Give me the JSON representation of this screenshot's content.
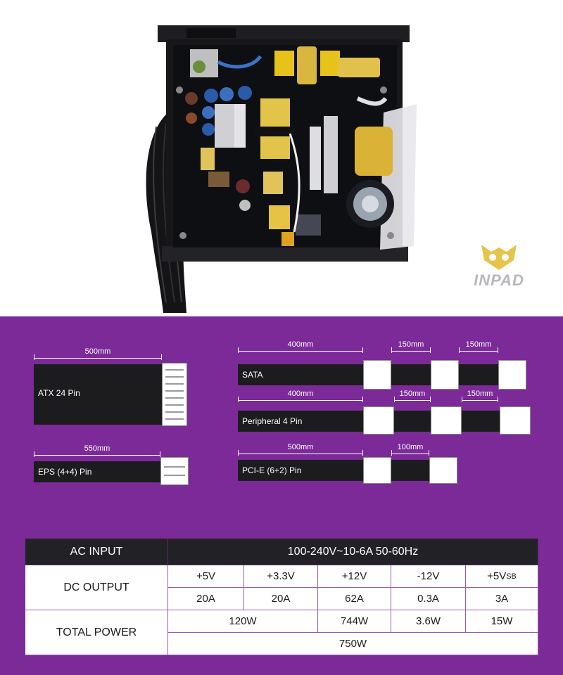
{
  "watermark": {
    "text": "INPAD"
  },
  "cables": [
    {
      "name": "ATX 24 Pin",
      "lengths": [
        "500mm"
      ]
    },
    {
      "name": "EPS (4+4) Pin",
      "lengths": [
        "550mm"
      ]
    },
    {
      "name": "SATA",
      "lengths": [
        "400mm",
        "150mm",
        "150mm"
      ]
    },
    {
      "name": "Peripheral 4 Pin",
      "lengths": [
        "400mm",
        "150mm",
        "150mm"
      ]
    },
    {
      "name": "PCI-E (6+2) Pin",
      "lengths": [
        "500mm",
        "100mm"
      ]
    }
  ],
  "spec_table": {
    "ac_input_label": "AC INPUT",
    "ac_input_value": "100-240V~10-6A 50-60Hz",
    "dc_output_label": "DC OUTPUT",
    "rails": [
      "+5V",
      "+3.3V",
      "+12V",
      "-12V",
      "+5V"
    ],
    "rail_5vsb_suffix": "SB",
    "currents": [
      "20A",
      "20A",
      "62A",
      "0.3A",
      "3A"
    ],
    "total_power_label": "TOTAL POWER",
    "power_5v_33v": "120W",
    "power_12v": "744W",
    "power_m12v": "3.6W",
    "power_5vsb": "15W",
    "total": "750W"
  },
  "colors": {
    "panel": "#7b2a98",
    "cable": "#1c1c1e",
    "table_header": "#222226",
    "table_border": "#9b59b6"
  }
}
